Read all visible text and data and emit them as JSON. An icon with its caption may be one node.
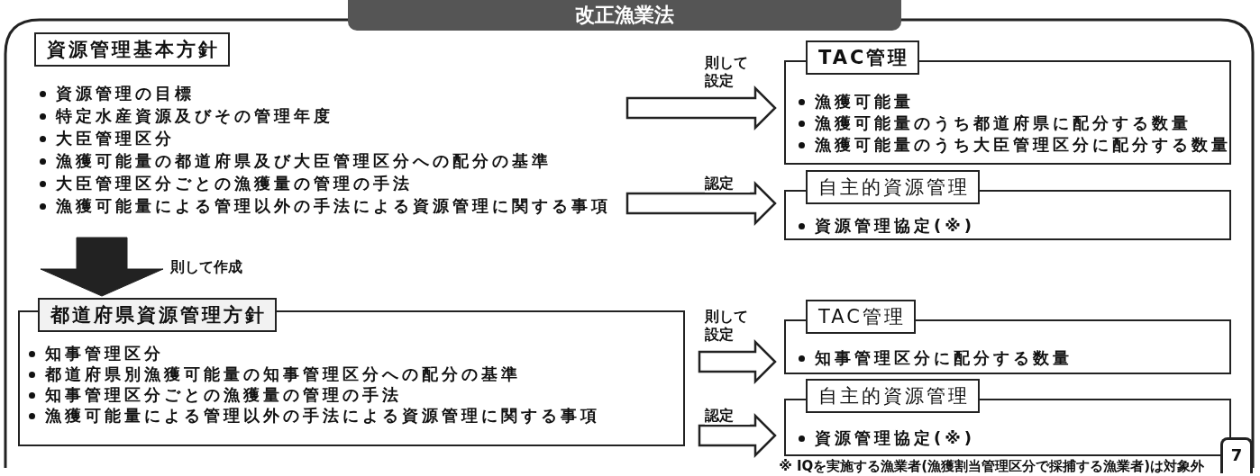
{
  "diagram": {
    "title": "改正漁業法",
    "nodes": [
      {
        "text": [
          "資源管理基本方針",
          "資源管理の目標",
          "特定水産資源及びその管理年度",
          "大臣管理区分",
          "漁獲可能量の都道府県及び大臣管理区分への配分の基準",
          "大臣管理区分ごとの漁獲量の管理の手法",
          "漁獲可能量による管理以外の手法による資源管理に関する事項"
        ]
      },
      {
        "text": [
          "TAC管理",
          "漁獲可能量",
          "漁獲可能量のうち都道府県に配分する数量",
          "漁獲可能量のうち大臣管理区分に配分する数量"
        ]
      },
      {
        "text": [
          "自主的資源管理",
          "資源管理協定(※)"
        ]
      },
      {
        "text": [
          "都道府県資源管理方針",
          "知事管理区分",
          "都道府県別漁獲可能量の知事管理区分への配分の基準",
          "知事管理区分ごとの漁獲量の管理の手法",
          "漁獲可能量による管理以外の手法による資源管理に関する事項"
        ]
      },
      {
        "text": [
          "TAC管理",
          "知事管理区分に配分する数量"
        ]
      },
      {
        "text": [
          "自主的資源管理",
          "資源管理協定(※)"
        ]
      }
    ],
    "edges": [
      {
        "from": 0,
        "to": 1,
        "arrow": "to",
        "label": "則して設定"
      },
      {
        "from": 0,
        "to": 2,
        "arrow": "to",
        "label": "認定"
      },
      {
        "from": 0,
        "to": 3,
        "arrow": "to",
        "label": "則して作成",
        "style": "thick"
      },
      {
        "from": 3,
        "to": 4,
        "arrow": "to",
        "label": "則して設定"
      },
      {
        "from": 3,
        "to": 5,
        "arrow": "to",
        "label": "認定"
      }
    ],
    "labels": [
      "※ IQを実施する漁業者(漁獲割当管理区分で採捕する漁業者)は対象外",
      "7"
    ]
  }
}
